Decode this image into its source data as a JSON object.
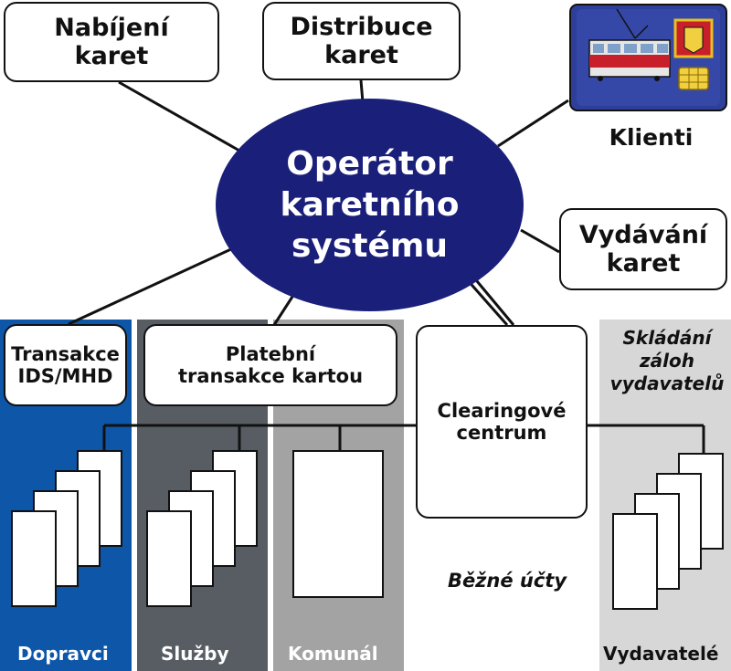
{
  "boxes": {
    "nabijeni": [
      "Nabíjení",
      "karet"
    ],
    "distribuce": [
      "Distribuce",
      "karet"
    ],
    "klienti": "Klienti",
    "vydavani": [
      "Vydávání",
      "karet"
    ],
    "transakce": [
      "Transakce",
      "IDS/MHD"
    ],
    "platebni": [
      "Platební",
      "transakce kartou"
    ],
    "clearing": [
      "Clearingové",
      "centrum"
    ]
  },
  "center": [
    "Operátor",
    "karetního",
    "systému"
  ],
  "panels": {
    "dopravci": "Dopravci",
    "sluzby": "Služby",
    "komunal": "Komunál",
    "vydavatele": "Vydavatelé"
  },
  "labels": {
    "skladani": [
      "Skládání",
      "záloh",
      "vydavatelů"
    ],
    "bezne": "Běžné účty"
  },
  "colors": {
    "ellipse": "#1a1f7a",
    "dopravci_panel": "#0d56a8",
    "sluzby_panel": "#585d64",
    "komunal_panel": "#a3a3a3",
    "vydavatele_panel": "#d7d7d7",
    "klienti_card": "#2e3f9a"
  },
  "icons": {
    "klienti_card": "transport-card-icon"
  }
}
